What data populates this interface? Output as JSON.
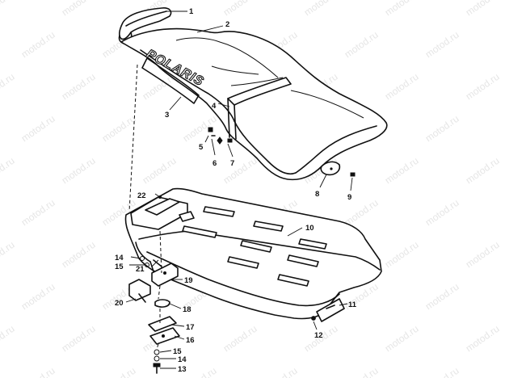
{
  "watermark": "motod.ru",
  "brand_text": "POLARIS",
  "callouts": [
    {
      "id": "1",
      "label": "1"
    },
    {
      "id": "2",
      "label": "2"
    },
    {
      "id": "3",
      "label": "3"
    },
    {
      "id": "4",
      "label": "4"
    },
    {
      "id": "5",
      "label": "5"
    },
    {
      "id": "6",
      "label": "6"
    },
    {
      "id": "7",
      "label": "7"
    },
    {
      "id": "8",
      "label": "8"
    },
    {
      "id": "9",
      "label": "9"
    },
    {
      "id": "10",
      "label": "10"
    },
    {
      "id": "11",
      "label": "11"
    },
    {
      "id": "12",
      "label": "12"
    },
    {
      "id": "13",
      "label": "13"
    },
    {
      "id": "14a",
      "label": "14"
    },
    {
      "id": "14b",
      "label": "14"
    },
    {
      "id": "15a",
      "label": "15"
    },
    {
      "id": "15b",
      "label": "15"
    },
    {
      "id": "16",
      "label": "16"
    },
    {
      "id": "17",
      "label": "17"
    },
    {
      "id": "18",
      "label": "18"
    },
    {
      "id": "19",
      "label": "19"
    },
    {
      "id": "20",
      "label": "20"
    },
    {
      "id": "21",
      "label": "21"
    },
    {
      "id": "22",
      "label": "22"
    }
  ]
}
